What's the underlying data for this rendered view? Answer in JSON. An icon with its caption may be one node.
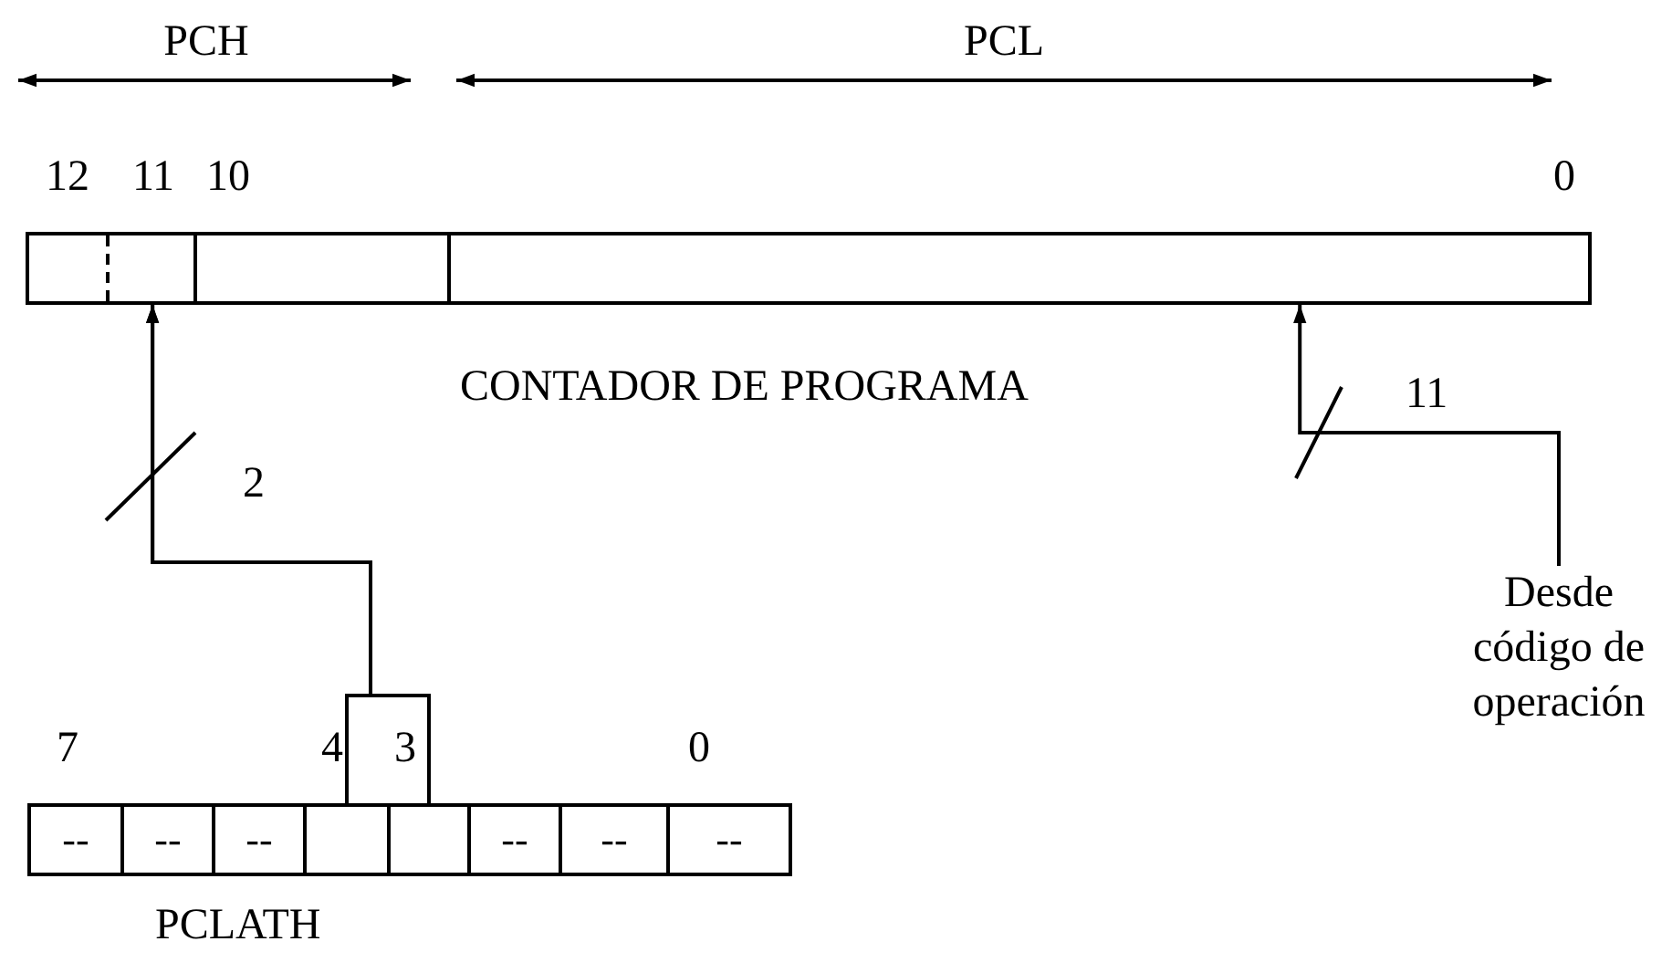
{
  "diagram": {
    "nodes": [
      {
        "text": [
          "CONTADOR DE PROGRAMA"
        ]
      },
      {
        "text": [],
        "shape": "box",
        "in": 0
      },
      {
        "text": [],
        "shape": "box",
        "in": 0
      },
      {
        "text": [],
        "shape": "box",
        "in": 0
      },
      {
        "text": [
          "Desde código de operación"
        ]
      },
      {
        "text": [
          "PCLATH"
        ]
      },
      {
        "text": [
          "--"
        ],
        "in": 5
      },
      {
        "text": [
          "--"
        ],
        "in": 5
      },
      {
        "text": [
          "--"
        ],
        "in": 5
      },
      {
        "text": [],
        "shape": "box",
        "in": 5
      },
      {
        "text": [],
        "shape": "box",
        "in": 5
      },
      {
        "text": [
          "--"
        ],
        "in": 5
      },
      {
        "text": [
          "--"
        ],
        "in": 5
      },
      {
        "text": [
          "--"
        ],
        "in": 5
      }
    ],
    "edges": [
      {
        "from": 9,
        "to": 1,
        "arrow": "to",
        "label": "2"
      },
      {
        "from": 10,
        "to": 1,
        "arrow": "to"
      },
      {
        "from": 4,
        "to": 3,
        "arrow": "to",
        "label": "11"
      }
    ],
    "labels": [
      "PCH",
      "PCL",
      "12",
      "11",
      "10",
      "0",
      "7",
      "4",
      "3",
      "0"
    ]
  }
}
